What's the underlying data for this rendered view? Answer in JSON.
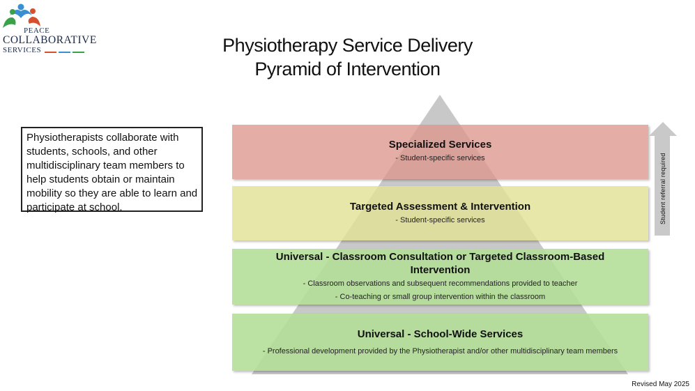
{
  "logo": {
    "line1": "PEACE",
    "line2": "COLLABORATIVE",
    "line3": "SERVICES",
    "colors": [
      "#d4502f",
      "#3a8fd0",
      "#3aa14a"
    ]
  },
  "title": {
    "line1": "Physiotherapy Service Delivery",
    "line2": "Pyramid of Intervention"
  },
  "description": "Physiotherapists collaborate with students, schools, and other multidisciplinary team members to help students obtain or maintain mobility so they are able to learn and participate at school.",
  "tiers": [
    {
      "title": "Specialized Services",
      "items": [
        "- Student-specific services"
      ],
      "color": "#dc968c"
    },
    {
      "title": "Targeted Assessment & Intervention",
      "items": [
        "- Student-specific services"
      ],
      "color": "#e2e296"
    },
    {
      "title": "Universal - Classroom Consultation or Targeted Classroom-Based Intervention",
      "items": [
        "- Classroom observations and subsequent recommendations provided to teacher",
        "- Co-teaching or small group intervention within the classroom"
      ],
      "color": "#b2de96"
    },
    {
      "title": "Universal - School-Wide Services",
      "items": [
        "- Professional development provided by the Physiotherapist and/or other multidisciplinary team members"
      ],
      "color": "#b2de96"
    }
  ],
  "arrow_label": "Student referral required",
  "footer": "Revised May 2025"
}
